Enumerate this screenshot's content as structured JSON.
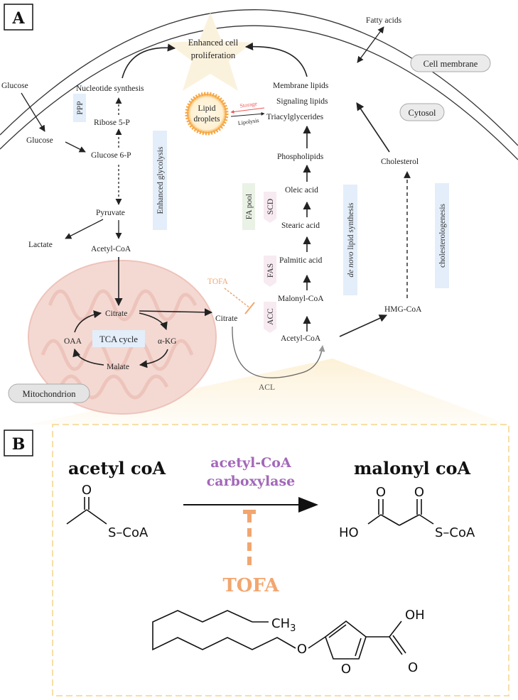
{
  "panel_a": {
    "letter": "A",
    "fatty_acids": "Fatty acids",
    "cell_membrane": "Cell membrane",
    "cytosol": "Cytosol",
    "mitochondrion": "Mitochondrion",
    "enhanced_proliferation_line1": "Enhanced cell",
    "enhanced_proliferation_line2": "proliferation",
    "glucose_outside": "Glucose",
    "glucose_inside": "Glucose",
    "glucose6p": "Glucose 6-P",
    "ribose5p": "Ribose 5-P",
    "nucleotide_synthesis": "Nucleotide synthesis",
    "ppp": "PPP",
    "enhanced_glycolysis": "Enhanced glycolysis",
    "pyruvate": "Pyruvate",
    "lactate": "Lactate",
    "acetyl_coa_mito": "Acetyl-CoA",
    "citrate_mito": "Citrate",
    "tca_cycle": "TCA cycle",
    "oaa": "OAA",
    "akg": "α-KG",
    "malate": "Malate",
    "citrate_cyto": "Citrate",
    "acl": "ACL",
    "tofa": "TOFA",
    "acetyl_coa_cyto": "Acetyl-CoA",
    "acc": "ACC",
    "malonyl_coa": "Malonyl-CoA",
    "fas": "FAS",
    "palmitic_acid": "Palmitic acid",
    "stearic_acid": "Stearic acid",
    "scd": "SCD",
    "oleic_acid": "Oleic acid",
    "fa_pool": "FA pool",
    "phospholipids": "Phospholipids",
    "triacylglycerides": "Triacylglycerides",
    "signaling_lipids": "Signaling lipids",
    "membrane_lipids": "Membrane lipids",
    "lipid_droplets_line1": "Lipid",
    "lipid_droplets_line2": "droplets",
    "storage": "Storage",
    "lipolysis": "Lipolysis",
    "de_novo_italic": "de novo",
    "de_novo_rest": " lipid synthesis",
    "hmg_coa": "HMG-CoA",
    "cholesterol": "Cholesterol",
    "cholesterologenesis": "cholesterologenesis"
  },
  "panel_b": {
    "letter": "B",
    "left_title": "acetyl coA",
    "right_title": "malonyl coA",
    "enzyme_line1": "acetyl-CoA",
    "enzyme_line2": "carboxylase",
    "inhibitor": "TOFA",
    "o_atom": "O",
    "s_coa": "S–CoA",
    "ho": "HO",
    "oh": "OH",
    "ch3": "CH",
    "ch3_sub": "3"
  },
  "colors": {
    "tofa_orange": "#f2a66f",
    "enzyme_purple": "#a368b9",
    "highlight_blue": "#e3eefa",
    "highlight_pink": "#f7eaf1",
    "highlight_green": "#eaf2e6",
    "mito_fill": "#f4d9d3",
    "lipid_orange": "#f6a640",
    "panel_b_border": "#f7dfa7"
  }
}
